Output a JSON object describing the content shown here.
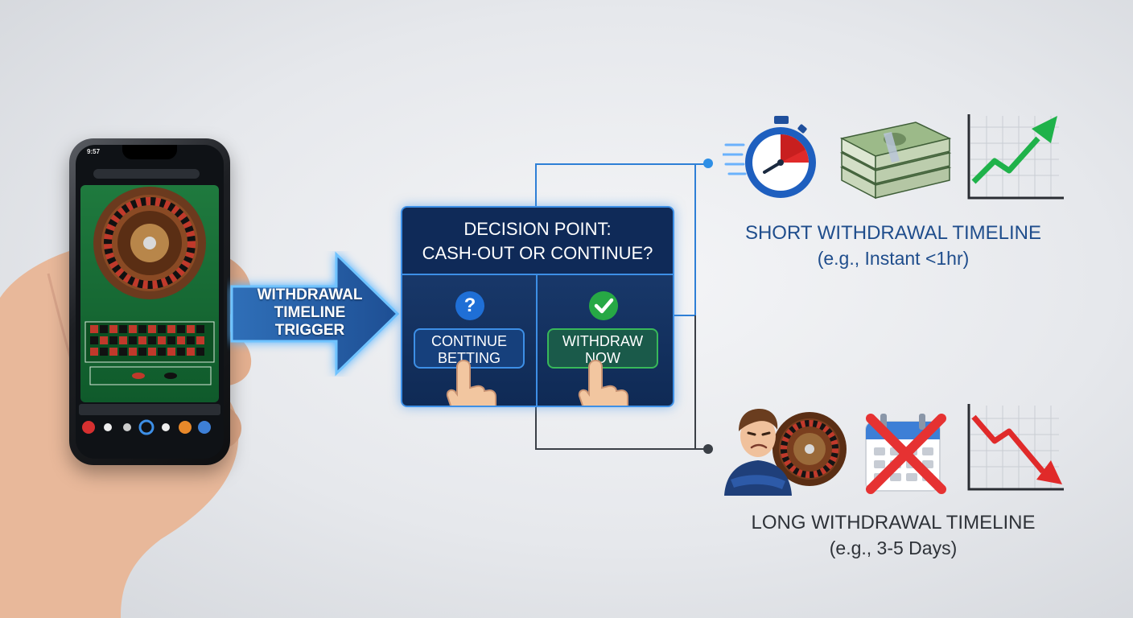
{
  "phone": {
    "status_time": "9:57"
  },
  "trigger": {
    "lines": [
      "WITHDRAWAL",
      "TIMELINE",
      "TRIGGER"
    ]
  },
  "decision": {
    "title_lines": [
      "DECISION POINT:",
      "CASH-OUT OR CONTINUE?"
    ],
    "left_option": {
      "icon": "question-icon",
      "symbol": "?",
      "lines": [
        "CONTINUE",
        "BETTING"
      ]
    },
    "right_option": {
      "icon": "check-icon",
      "lines": [
        "WITHDRAW",
        "NOW"
      ]
    }
  },
  "short_timeline": {
    "title": "SHORT WITHDRAWAL TIMELINE",
    "subtitle": "(e.g., Instant <1hr)",
    "icons": [
      "stopwatch-icon",
      "cash-stack-icon",
      "chart-up-icon"
    ]
  },
  "long_timeline": {
    "title": "LONG WITHDRAWAL TIMELINE",
    "subtitle": "(e.g., 3-5 Days)",
    "icons": [
      "frustrated-person-icon",
      "roulette-wheel-icon",
      "calendar-cancel-icon",
      "chart-down-icon"
    ]
  },
  "colors": {
    "accent_blue": "#3d8fe6",
    "box_navy": "#0f2a55",
    "short_text": "#1f4d8c",
    "long_text": "#2e3238",
    "up_green": "#1fb24a",
    "down_red": "#e02a2a"
  }
}
